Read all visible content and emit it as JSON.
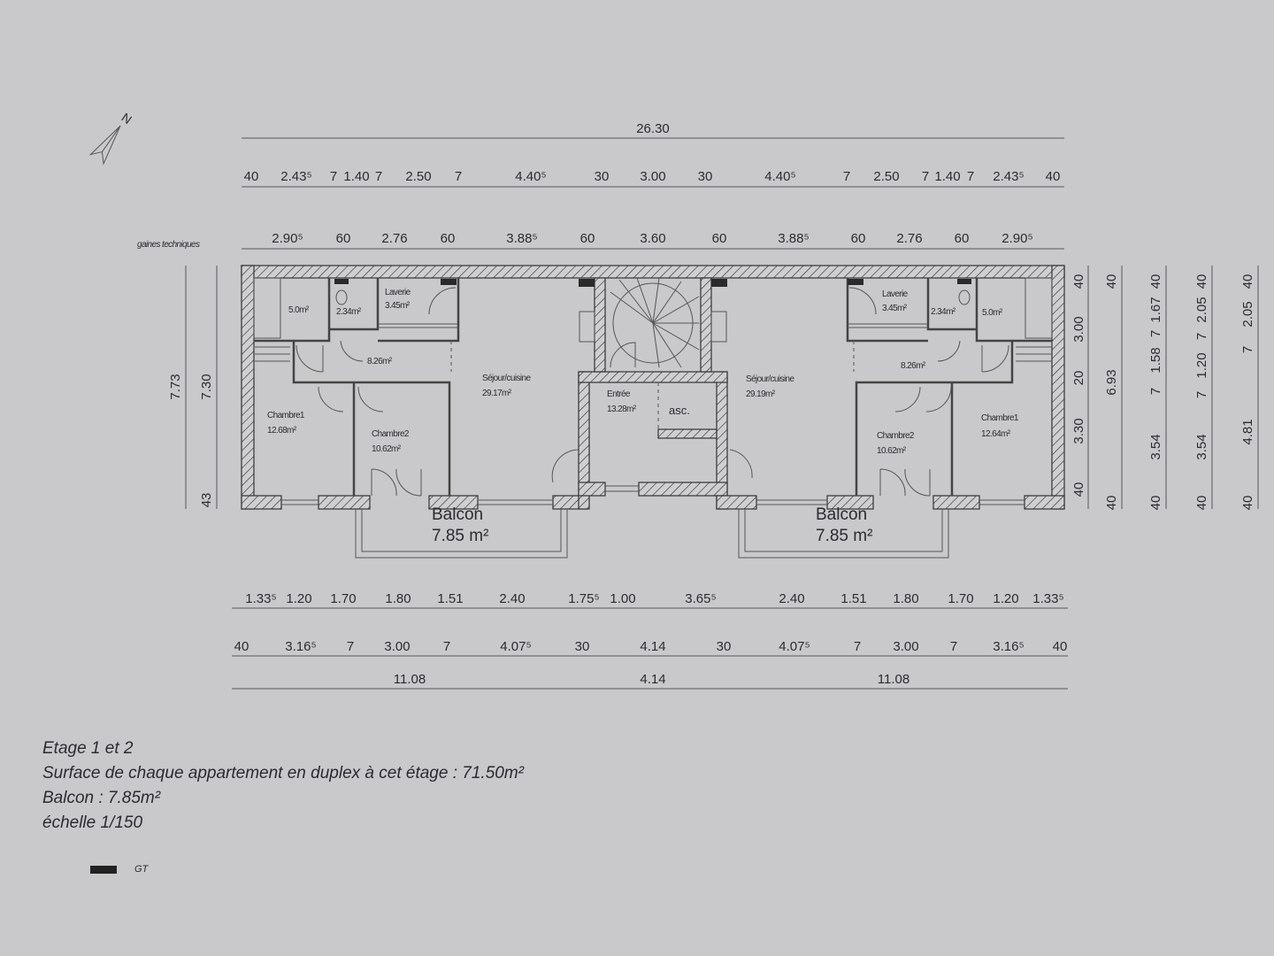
{
  "plan": {
    "north_label": "N",
    "total_width": "26.30",
    "top_dims_row1": [
      "40",
      "2.43⁵",
      "7",
      "1.40",
      "7",
      "2.50",
      "7",
      "4.40⁵",
      "30",
      "3.00",
      "30",
      "4.40⁵",
      "7",
      "2.50",
      "7",
      "1.40",
      "7",
      "2.43⁵",
      "40"
    ],
    "gaines_label": "gaines techniques",
    "top_dims_row2": [
      "2.90⁵",
      "60",
      "2.76",
      "60",
      "3.88⁵",
      "60",
      "3.60",
      "60",
      "3.88⁵",
      "60",
      "2.76",
      "60",
      "2.90⁵"
    ],
    "bottom_dims_row1": [
      "1.33⁵",
      "1.20",
      "1.70",
      "1.80",
      "1.51",
      "2.40",
      "1.75⁵",
      "1.00",
      "3.65⁵",
      "2.40",
      "1.51",
      "1.80",
      "1.70",
      "1.20",
      "1.33⁵"
    ],
    "bottom_dims_row2": [
      "40",
      "3.16⁵",
      "7",
      "3.00",
      "7",
      "4.07⁵",
      "30",
      "4.14",
      "30",
      "4.07⁵",
      "7",
      "3.00",
      "7",
      "3.16⁵",
      "40"
    ],
    "bottom_dims_row3": [
      "11.08",
      "4.14",
      "11.08"
    ],
    "left_dims": [
      "7.73",
      "7.30",
      "43"
    ],
    "right_dims": [
      [
        "40",
        "3.00",
        "20",
        "3.30",
        "40"
      ],
      [
        "40",
        "6.93",
        "40"
      ],
      [
        "40",
        "1.67",
        "7",
        "1.58",
        "7",
        "3.54",
        "40"
      ],
      [
        "40",
        "2.05",
        "7",
        "1.20",
        "7",
        "3.54",
        "40"
      ],
      [
        "40",
        "2.05",
        "7",
        "4.81",
        "40"
      ]
    ],
    "rooms_left": {
      "bath_area": "5.0m²",
      "wc_area": "2.34m²",
      "laverie": "Laverie",
      "laverie_area": "3.45m²",
      "hall_area": "8.26m²",
      "sejour": "Séjour/cuisine",
      "sejour_area": "29.17m²",
      "chambre1": "Chambre1",
      "chambre1_area": "12.68m²",
      "chambre2": "Chambre2",
      "chambre2_area": "10.62m²",
      "balcon": "Balcon",
      "balcon_area": "7.85 m²"
    },
    "center": {
      "entree": "Entrée",
      "entree_area": "13.28m²",
      "asc": "asc."
    },
    "rooms_right": {
      "bath_area": "5.0m²",
      "wc_area": "2.34m²",
      "laverie": "Laverie",
      "laverie_area": "3.45m²",
      "hall_area": "8.26m²",
      "sejour": "Séjour/cuisine",
      "sejour_area": "29.19m²",
      "chambre1": "Chambre1",
      "chambre1_area": "12.64m²",
      "chambre2": "Chambre2",
      "chambre2_area": "10.62m²",
      "balcon": "Balcon",
      "balcon_area": "7.85 m²"
    }
  },
  "notes": {
    "line1": "Etage 1 et 2",
    "line2": "Surface de chaque appartement en duplex à cet étage : 71.50m²",
    "line3": "Balcon : 7.85m²",
    "line4": "échelle 1/150"
  },
  "legend": {
    "label": "GT"
  }
}
